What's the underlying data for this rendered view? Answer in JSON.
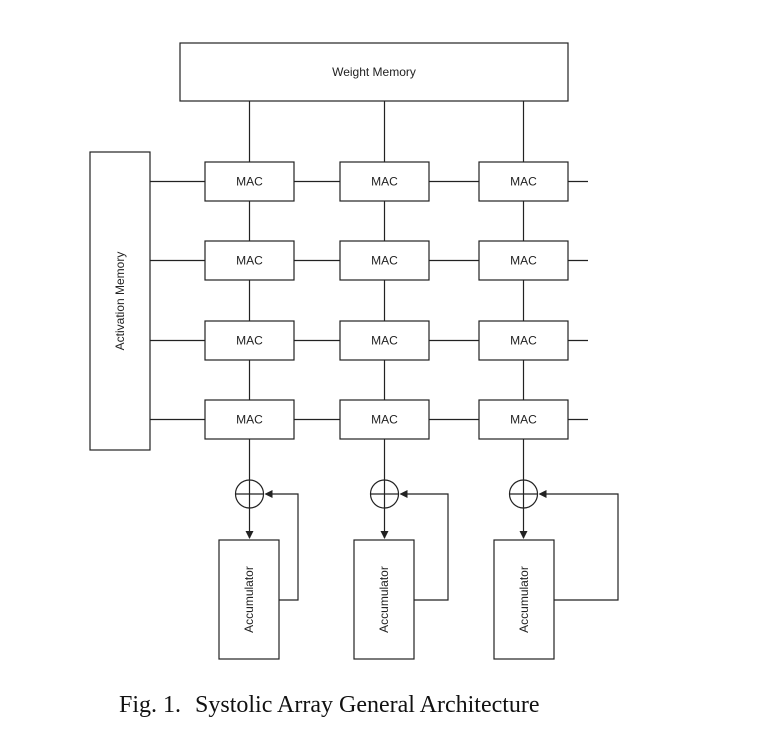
{
  "diagram": {
    "weight_memory_label": "Weight Memory",
    "activation_memory_label": "Activation Memory",
    "mac_label": "MAC",
    "accumulator_label": "Accumulator",
    "rows": 4,
    "columns": 3
  },
  "caption": {
    "number": "Fig. 1.",
    "text": "Systolic Array General Architecture"
  }
}
